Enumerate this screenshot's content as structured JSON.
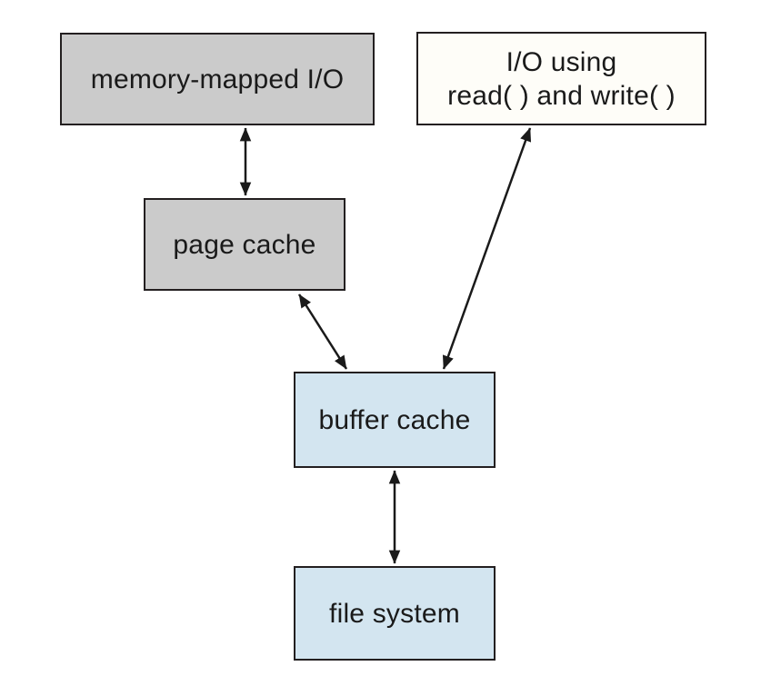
{
  "palette": {
    "background": "#ffffff",
    "box_gray": "#cbcbcb",
    "box_blue": "#d3e5f0",
    "box_white": "#fefdf8",
    "border": "#231f20",
    "arrow": "#1a1a1a",
    "text": "#1a1a1a"
  },
  "nodes": {
    "memory_mapped_io": {
      "label": "memory-mapped I/O",
      "fill": "#cbcbcb"
    },
    "io_read_write": {
      "line1": "I/O using",
      "line2": "read( ) and write( )",
      "fill": "#fefdf8"
    },
    "page_cache": {
      "label": "page cache",
      "fill": "#cbcbcb"
    },
    "buffer_cache": {
      "label": "buffer cache",
      "fill": "#d3e5f0"
    },
    "file_system": {
      "label": "file system",
      "fill": "#d3e5f0"
    }
  },
  "edges": [
    {
      "from": "memory-mapped-io",
      "to": "page-cache",
      "bidirectional": true
    },
    {
      "from": "page-cache",
      "to": "buffer-cache",
      "bidirectional": true
    },
    {
      "from": "io-read-write",
      "to": "buffer-cache",
      "bidirectional": true
    },
    {
      "from": "buffer-cache",
      "to": "file-system",
      "bidirectional": true
    }
  ]
}
